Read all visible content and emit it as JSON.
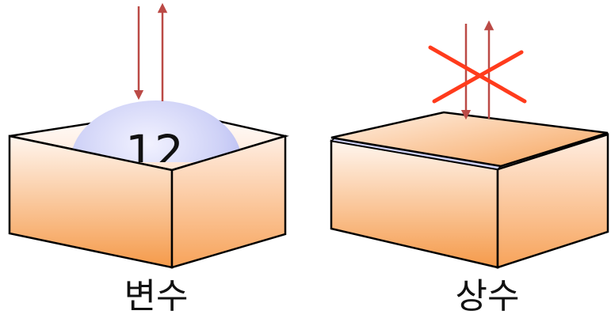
{
  "variable": {
    "label": "변수",
    "value": "12"
  },
  "constant": {
    "label": "상수"
  },
  "colors": {
    "box_light": "#fff3ea",
    "box_orange": "#f59a4a",
    "ball": "#c4c8f5",
    "arrow": "#bb4a46",
    "cross": "#ff3b1c"
  }
}
